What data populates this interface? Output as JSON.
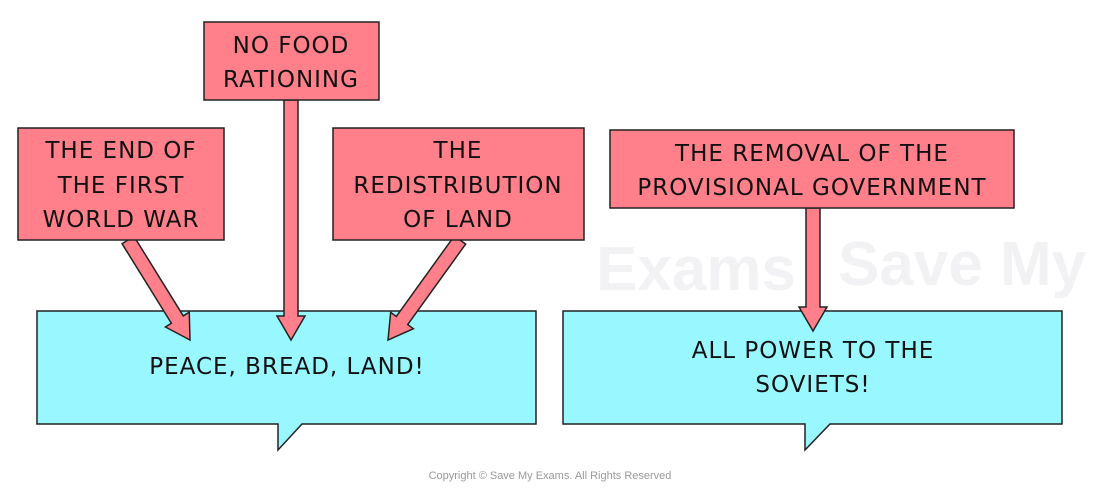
{
  "colors": {
    "cause_box": "#ff808a",
    "slogan_bubble": "#99f7ff"
  },
  "watermark": [
    "Save My",
    "Exams"
  ],
  "causes": [
    {
      "lines": [
        "THE END OF",
        "THE FIRST",
        "WORLD WAR"
      ]
    },
    {
      "lines": [
        "NO FOOD",
        "RATIONING"
      ]
    },
    {
      "lines": [
        "THE",
        "REDISTRIBUTION",
        "OF LAND"
      ]
    },
    {
      "lines": [
        "THE REMOVAL OF THE",
        "PROVISIONAL GOVERNMENT"
      ]
    }
  ],
  "slogans": [
    {
      "lines": [
        "PEACE, BREAD, LAND!"
      ]
    },
    {
      "lines": [
        "ALL POWER TO THE",
        "SOVIETS!"
      ]
    }
  ],
  "copyright": "Copyright © Save My Exams. All Rights Reserved"
}
